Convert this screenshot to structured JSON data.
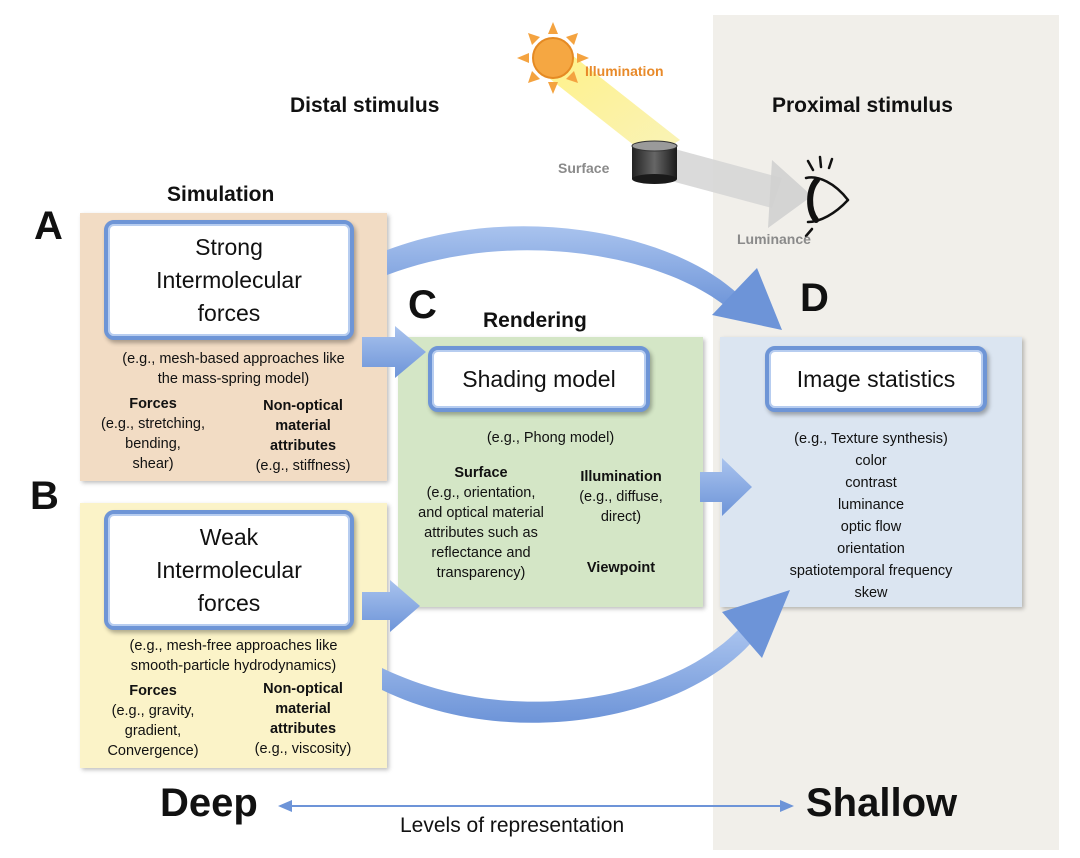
{
  "headers": {
    "distal": "Distal stimulus",
    "proximal": "Proximal stimulus"
  },
  "scene": {
    "illumination": "Illumination",
    "surface": "Surface",
    "luminance": "Luminance"
  },
  "panel_a": {
    "letter": "A",
    "section": "Simulation",
    "title_lines": [
      "Strong",
      "Intermolecular",
      "forces"
    ],
    "example_lines": [
      "(e.g., mesh-based approaches like",
      "the mass-spring model)"
    ],
    "left_heading": "Forces",
    "left_lines": [
      "(e.g., stretching,",
      "bending,",
      "shear)"
    ],
    "right_heading_lines": [
      "Non-optical",
      "material",
      "attributes"
    ],
    "right_lines": [
      "(e.g., stiffness)"
    ]
  },
  "panel_b": {
    "letter": "B",
    "title_lines": [
      "Weak",
      "Intermolecular",
      "forces"
    ],
    "example_lines": [
      "(e.g., mesh-free approaches like",
      "smooth-particle hydrodynamics)"
    ],
    "left_heading": "Forces",
    "left_lines": [
      "(e.g., gravity,",
      "gradient,",
      "Convergence)"
    ],
    "right_heading_lines": [
      "Non-optical",
      "material",
      "attributes"
    ],
    "right_lines": [
      "(e.g., viscosity)"
    ]
  },
  "panel_c": {
    "letter": "C",
    "section": "Rendering",
    "title": "Shading model",
    "example": "(e.g., Phong model)",
    "surface_heading": "Surface",
    "surface_lines": [
      "(e.g., orientation,",
      "and optical material",
      "attributes such as",
      "reflectance and",
      "transparency)"
    ],
    "illum_heading": "Illumination",
    "illum_lines": [
      "(e.g., diffuse,",
      "direct)"
    ],
    "viewpoint": "Viewpoint"
  },
  "panel_d": {
    "letter": "D",
    "title": "Image statistics",
    "items": [
      "(e.g., Texture synthesis)",
      "color",
      "contrast",
      "luminance",
      "optic flow",
      "orientation",
      "spatiotemporal frequency",
      "skew"
    ]
  },
  "bottom": {
    "deep": "Deep",
    "shallow": "Shallow",
    "axis_label": "Levels of representation"
  },
  "colors": {
    "arrow_blue": "#7ea4e0",
    "sun": "#f4a340",
    "proximal_bg": "#f1efea"
  }
}
